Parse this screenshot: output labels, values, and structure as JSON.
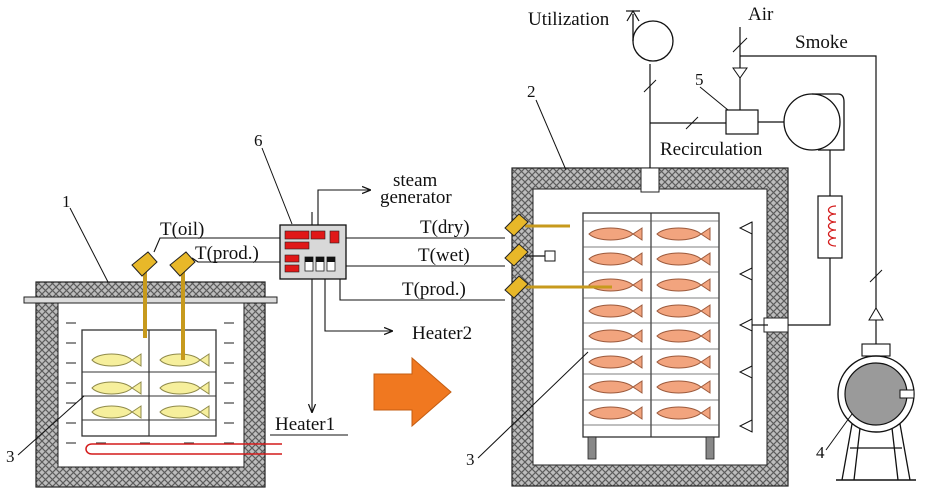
{
  "labels": {
    "utilization": "Utilization",
    "air": "Air",
    "smoke": "Smoke",
    "recirculation": "Recirculation",
    "steam_generator_line1": "steam",
    "steam_generator_line2": "generator",
    "t_oil": "T(oil)",
    "t_prod_left": "T(prod.)",
    "t_dry": "T(dry)",
    "t_wet": "T(wet)",
    "t_prod_right": "T(prod.)",
    "heater1": "Heater1",
    "heater2": "Heater2"
  },
  "callouts": {
    "n1": "1",
    "n2": "2",
    "n3_left": "3",
    "n3_right": "3",
    "n4": "4",
    "n5": "5",
    "n6": "6"
  },
  "colors": {
    "hatch": "#8a8a8a",
    "fish_left": "#f6ef9c",
    "fish_right": "#f2a47e",
    "sensor": "#e8b829",
    "arrow": "#f07820",
    "heater_wire": "#d41c1c",
    "panel": "#d8d8d8",
    "display": "#e01818"
  }
}
